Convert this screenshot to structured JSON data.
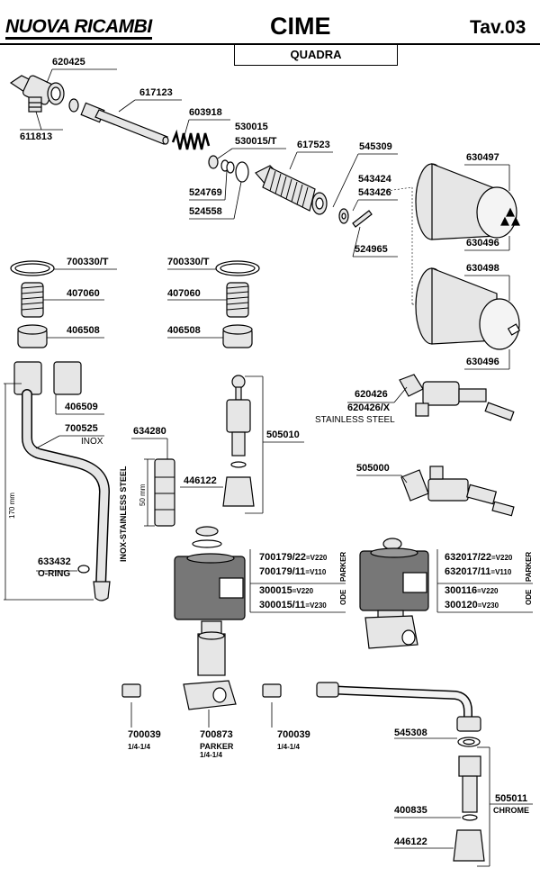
{
  "header": {
    "brand": "NUOVA RICAMBI",
    "title": "CIME",
    "table": "Tav.03",
    "model": "QUADRA"
  },
  "parts": [
    {
      "code": "620425"
    },
    {
      "code": "611813"
    },
    {
      "code": "617123"
    },
    {
      "code": "603918"
    },
    {
      "code": "530015"
    },
    {
      "code": "530015/T"
    },
    {
      "code": "617523"
    },
    {
      "code": "545309"
    },
    {
      "code": "543424"
    },
    {
      "code": "543426"
    },
    {
      "code": "524769"
    },
    {
      "code": "524558"
    },
    {
      "code": "524965"
    },
    {
      "code": "630497"
    },
    {
      "code": "630496"
    },
    {
      "code": "630498"
    },
    {
      "code": "630496"
    },
    {
      "code": "700330/T"
    },
    {
      "code": "407060"
    },
    {
      "code": "406508"
    },
    {
      "code": "700330/T"
    },
    {
      "code": "407060"
    },
    {
      "code": "406508"
    },
    {
      "code": "406509"
    },
    {
      "code": "700525",
      "note": "INOX"
    },
    {
      "code": "634280"
    },
    {
      "code": "505010"
    },
    {
      "code": "446122"
    },
    {
      "code": "620426"
    },
    {
      "code": "620426/X",
      "note": "STAINLESS STEEL"
    },
    {
      "code": "505000"
    },
    {
      "code": "633432",
      "note": "O-RING"
    },
    {
      "code": "700179/22",
      "voltage": "=V220"
    },
    {
      "code": "700179/11",
      "voltage": "=V110"
    },
    {
      "code": "300015",
      "voltage": "=V220"
    },
    {
      "code": "300015/11",
      "voltage": "=V230"
    },
    {
      "code": "632017/22",
      "voltage": "=V220"
    },
    {
      "code": "632017/11",
      "voltage": "=V110"
    },
    {
      "code": "300116",
      "voltage": "=V220"
    },
    {
      "code": "300120",
      "voltage": "=V230"
    },
    {
      "code": "700039",
      "note": "1/4-1/4"
    },
    {
      "code": "700873",
      "note": "PARKER",
      "note2": "1/4-1/4"
    },
    {
      "code": "700039",
      "note": "1/4-1/4"
    },
    {
      "code": "545308"
    },
    {
      "code": "505011",
      "note": "CHROME"
    },
    {
      "code": "400835"
    },
    {
      "code": "446122"
    }
  ],
  "brands": {
    "parker": "PARKER",
    "ode": "ODE"
  },
  "labels": {
    "inox_tube": "INOX-STAINLESS STEEL",
    "dim_170": "170 mm",
    "dim_50": "50 mm"
  }
}
